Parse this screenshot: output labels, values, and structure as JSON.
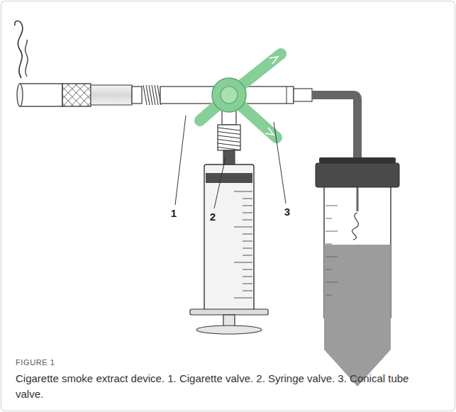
{
  "diagram": {
    "caption": "Cigarette smoke extract device. 1. Cigarette valve. 2. Syringe valve. 3. Conical tube valve.",
    "labels": [
      "1",
      "2",
      "3",
      "FIGURE 1"
    ]
  }
}
